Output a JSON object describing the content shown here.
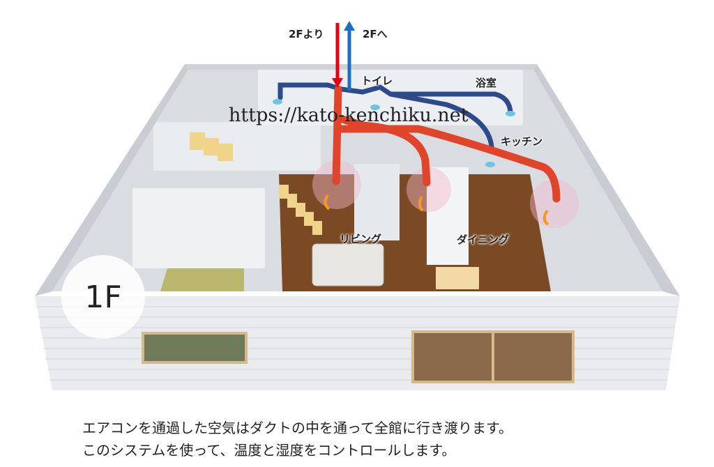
{
  "labels": {
    "from_2f": "2Fより",
    "to_2f": "2Fへ",
    "toilet": "トイレ",
    "bathroom": "浴室",
    "kitchen": "キッチン",
    "living": "リビング",
    "dining": "ダイニング"
  },
  "floor_badge": "1F",
  "watermark": "https://kato-kenchiku.net",
  "caption": {
    "line1": "エアコンを通過した空気はダクトの中を通って全館に行き渡ります。",
    "line2": "このシステムを使って、温度と湿度をコントロールします。"
  },
  "colors": {
    "supply_duct": "#e0442a",
    "return_duct": "#2d4a8a",
    "down_arrow": "#e60012",
    "up_arrow": "#1a6fc0",
    "floor": "#7a4a24"
  }
}
